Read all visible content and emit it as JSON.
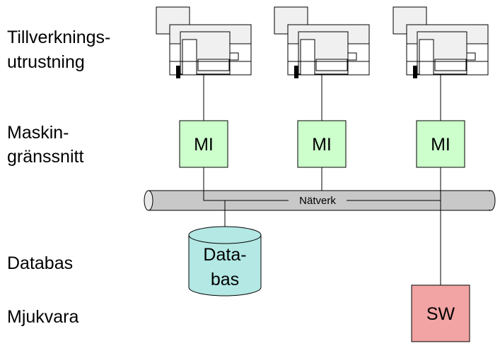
{
  "row_labels": {
    "equipment": [
      "Tillverknings-",
      "utrustning"
    ],
    "interface": [
      "Maskin-",
      "gränssnitt"
    ],
    "database": "Databas",
    "software": "Mjukvara"
  },
  "machines": [
    {
      "mi_label": "MI"
    },
    {
      "mi_label": "MI"
    },
    {
      "mi_label": "MI"
    }
  ],
  "network": {
    "label": "Nätverk"
  },
  "database": {
    "label_lines": [
      "Data-",
      "bas"
    ]
  },
  "software": {
    "label": "SW"
  },
  "colors": {
    "mi_fill": "#ccffcc",
    "db_fill": "#b3e8e4",
    "sw_fill": "#f2a3a3",
    "network_fill": "#c8c8c8",
    "machine_fill": "#f0f0f0"
  }
}
